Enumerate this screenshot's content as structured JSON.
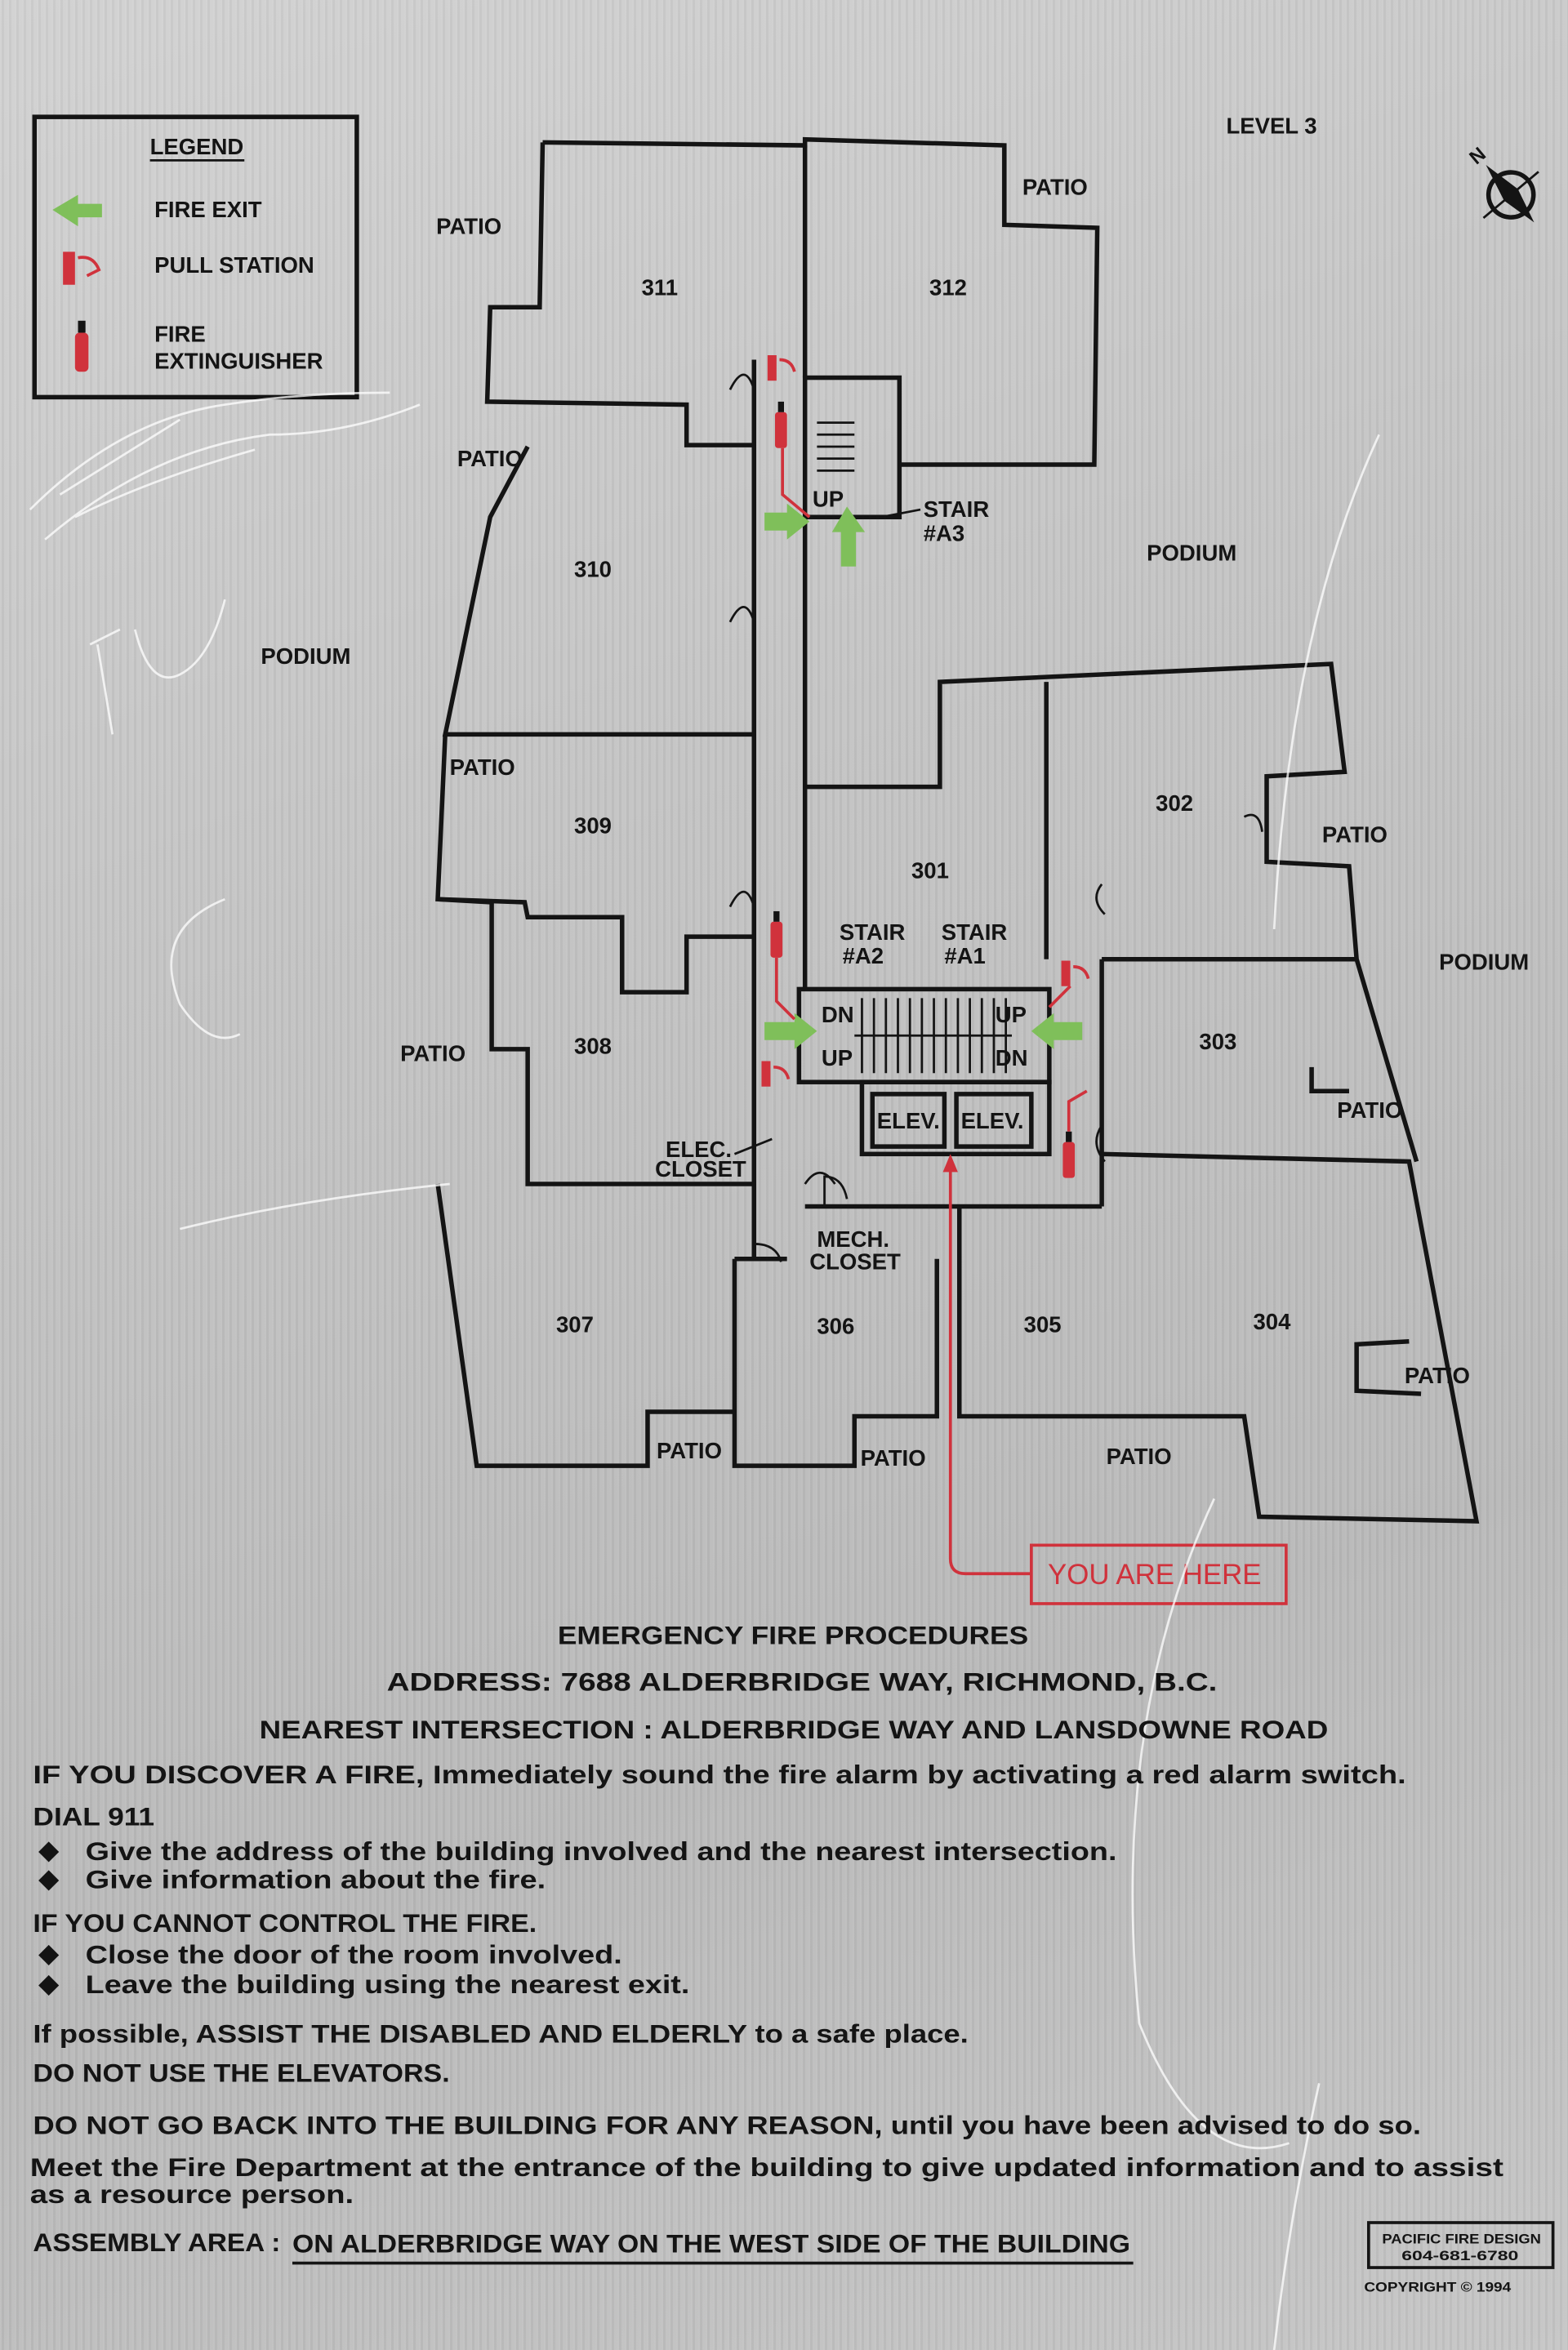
{
  "level": "LEVEL 3",
  "legend": {
    "title": "LEGEND",
    "items": [
      {
        "label": "FIRE EXIT",
        "icon": "green-arrow-icon"
      },
      {
        "label": "PULL STATION",
        "icon": "pull-station-icon"
      },
      {
        "label": "FIRE",
        "label2": "EXTINGUISHER",
        "icon": "fire-extinguisher-icon"
      }
    ]
  },
  "compass": {
    "label": "N"
  },
  "rooms": [
    "311",
    "312",
    "310",
    "309",
    "301",
    "302",
    "303",
    "308",
    "307",
    "306",
    "305",
    "304"
  ],
  "patios": [
    "PATIO",
    "PATIO",
    "PATIO",
    "PATIO",
    "PATIO",
    "PATIO",
    "PATIO",
    "PATIO",
    "PATIO",
    "PATIO",
    "PATIO"
  ],
  "podiums": [
    "PODIUM",
    "PODIUM",
    "PODIUM"
  ],
  "stairs": {
    "a3": [
      "STAIR",
      "#A3"
    ],
    "a2": [
      "STAIR",
      "#A2"
    ],
    "a1": [
      "STAIR",
      "#A1"
    ],
    "up": "UP",
    "dn": "DN"
  },
  "elevators": [
    "ELEV.",
    "ELEV."
  ],
  "elec_closet": [
    "ELEC.",
    "CLOSET"
  ],
  "mech_closet": [
    "MECH.",
    "CLOSET"
  ],
  "you_are_here": "YOU ARE HERE",
  "procedures": {
    "title": "EMERGENCY FIRE PROCEDURES",
    "address": "ADDRESS: 7688 ALDERBRIDGE WAY, RICHMOND, B.C.",
    "intersection": "NEAREST INTERSECTION : ALDERBRIDGE WAY AND LANSDOWNE ROAD",
    "discover": "IF YOU DISCOVER A FIRE, Immediately sound the fire alarm by activating a red alarm switch.",
    "dial": "DIAL 911",
    "dial_bullets": [
      "Give the address of the building involved and the nearest intersection.",
      "Give information about the fire."
    ],
    "cannot_control": "IF YOU CANNOT CONTROL THE FIRE.",
    "control_bullets": [
      "Close the door of the room involved.",
      "Leave the building using the nearest exit."
    ],
    "assist": "If possible, ASSIST THE DISABLED AND ELDERLY to a safe place.",
    "no_elevators": "DO NOT USE THE ELEVATORS.",
    "no_return": "DO NOT GO BACK INTO THE BUILDING FOR ANY REASON, until you have been advised to do so.",
    "meet_1": "Meet the Fire Department at the entrance of the building to give updated information and to assist",
    "meet_2": "as a resource person.",
    "assembly_label": "ASSEMBLY AREA :",
    "assembly_value": "ON ALDERBRIDGE WAY ON THE WEST SIDE OF THE BUILDING"
  },
  "maker": {
    "name": "PACIFIC FIRE DESIGN",
    "phone": "604-681-6780",
    "copyright": "COPYRIGHT © 1994"
  },
  "colors": {
    "exit": "#7fbf5a",
    "red": "#d0323c",
    "ink": "#141414"
  }
}
